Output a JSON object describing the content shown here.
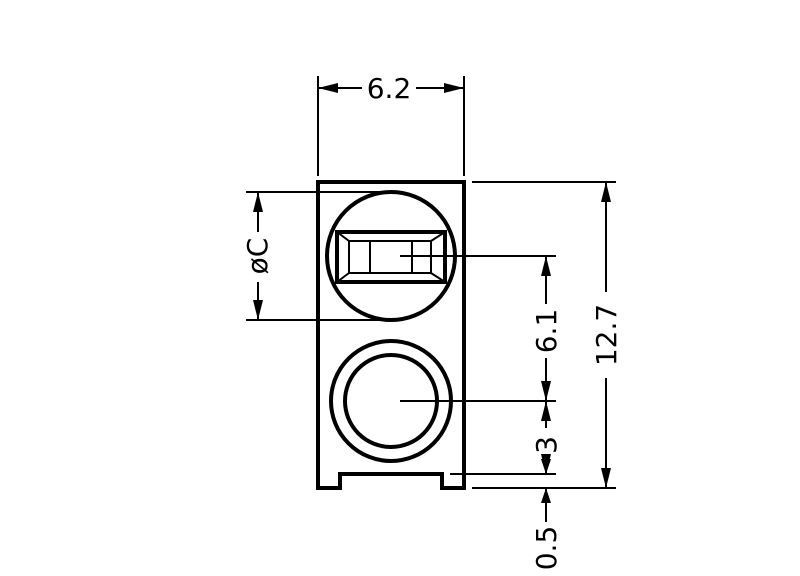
{
  "dimensions": {
    "width_label": "6.2",
    "diameter_label": "øC",
    "pitch_label": "6.1",
    "height_label": "12.7",
    "lower_offset_label": "3",
    "standoff_label": "0.5"
  }
}
